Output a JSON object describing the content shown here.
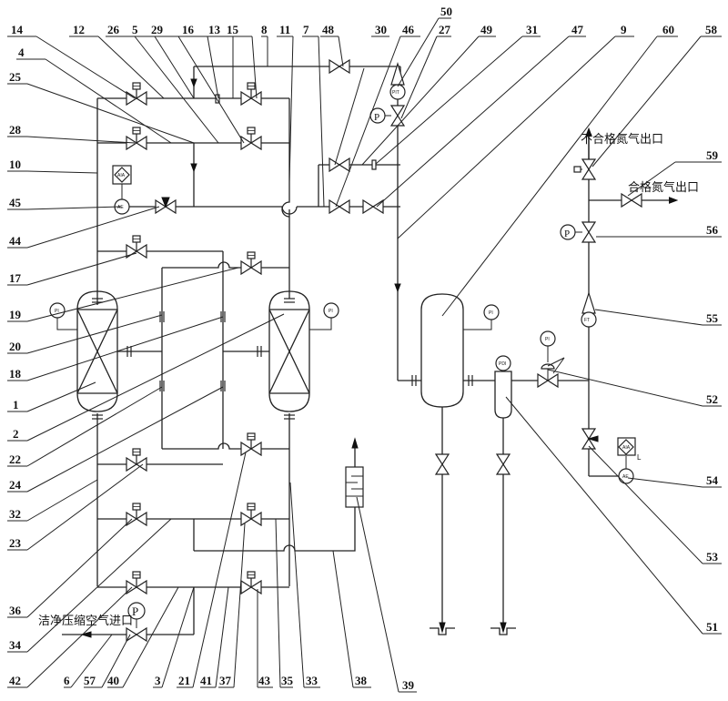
{
  "diagram": {
    "title": "Nitrogen generation PSA process flow diagram",
    "texts": {
      "inlet": "洁净压缩空气进口",
      "off_spec_outlet": "不合格氮气出口",
      "qualified_outlet": "合格氮气出口",
      "pressure_symbol": "P",
      "pi_tag": "PI",
      "pit_tag": "PIT",
      "pdi_tag": "PDI",
      "ft_tag": "FT",
      "ae_tag": "AE",
      "aia_tag": "AIA",
      "l_tag": "L"
    },
    "callouts": {
      "c14": "14",
      "c12": "12",
      "c26": "26",
      "c5": "5",
      "c29": "29",
      "c16": "16",
      "c13": "13",
      "c15": "15",
      "c8": "8",
      "c11": "11",
      "c7": "7",
      "c48": "48",
      "c30": "30",
      "c46": "46",
      "c50": "50",
      "c27": "27",
      "c49": "49",
      "c31": "31",
      "c47": "47",
      "c9": "9",
      "c60": "60",
      "c58": "58",
      "c4": "4",
      "c25": "25",
      "c28": "28",
      "c10": "10",
      "c45": "45",
      "c44": "44",
      "c17": "17",
      "c19": "19",
      "c20": "20",
      "c18": "18",
      "c1": "1",
      "c2": "2",
      "c22": "22",
      "c24": "24",
      "c32": "32",
      "c23": "23",
      "c36": "36",
      "c34": "34",
      "c42": "42",
      "c6": "6",
      "c57": "57",
      "c40": "40",
      "c3": "3",
      "c21": "21",
      "c41": "41",
      "c37": "37",
      "c43": "43",
      "c35": "35",
      "c33": "33",
      "c38": "38",
      "c39": "39",
      "c59": "59",
      "c56": "56",
      "c55": "55",
      "c52": "52",
      "c54": "54",
      "c53": "53",
      "c51": "51"
    }
  }
}
